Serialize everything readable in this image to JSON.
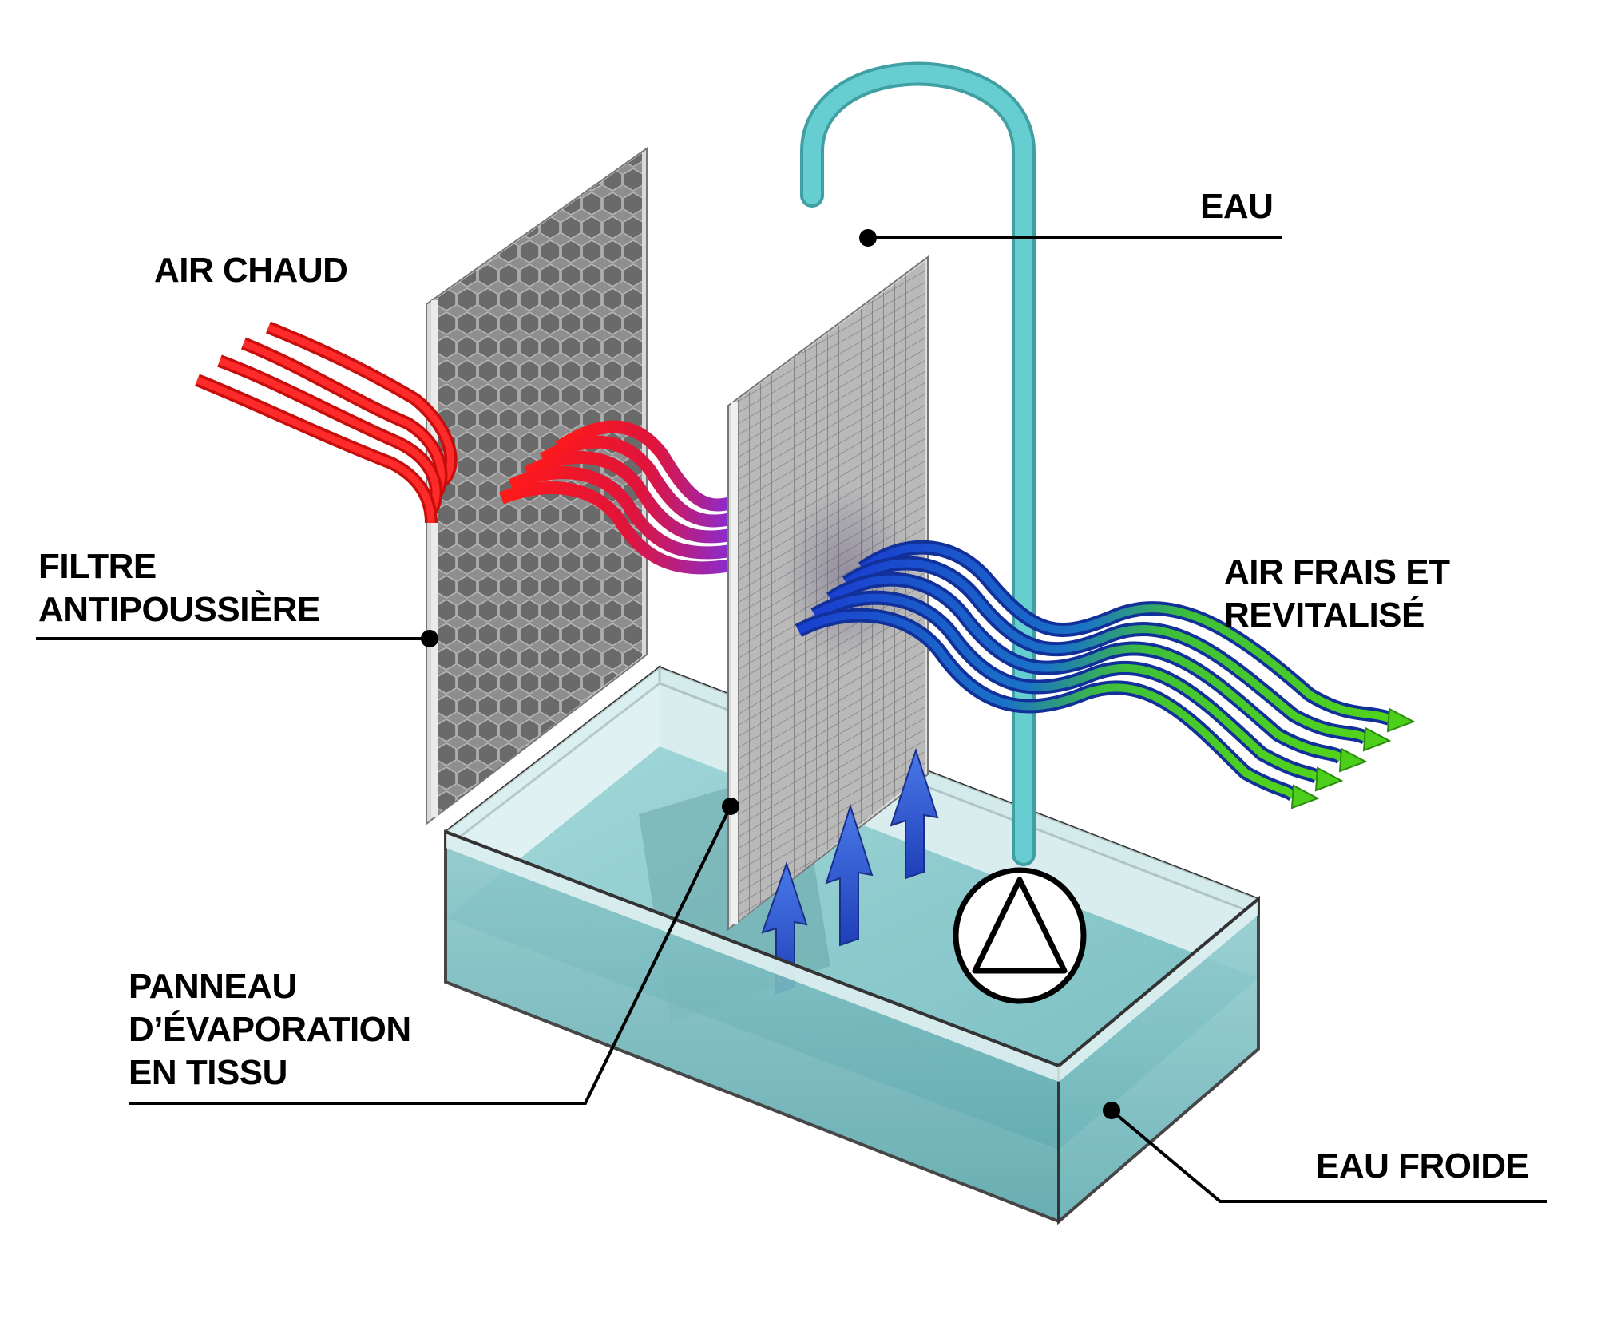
{
  "labels": {
    "hot_air": "AIR CHAUD",
    "water": "EAU",
    "dust_filter": [
      "FILTRE",
      "ANTIPOUSSIÈRE"
    ],
    "fresh_air": [
      "AIR FRAIS ET",
      "REVITALISÉ"
    ],
    "evaporation_panel": [
      "PANNEAU",
      "D’ÉVAPORATION",
      "EN TISSU"
    ],
    "cold_water": "EAU FROIDE"
  },
  "colors": {
    "hot_air": "#e01414",
    "transition_air": "#8a2bd0",
    "cool_air": "#1a4fd6",
    "fresh_air": "#45c21b",
    "water": "#7cc2c6",
    "pipe": "#5fc7c9",
    "panel": "#8d8d8d",
    "leader_line": "#000000"
  },
  "icons": {
    "pump": "pump-icon",
    "vapor": "up-arrow-icon"
  }
}
